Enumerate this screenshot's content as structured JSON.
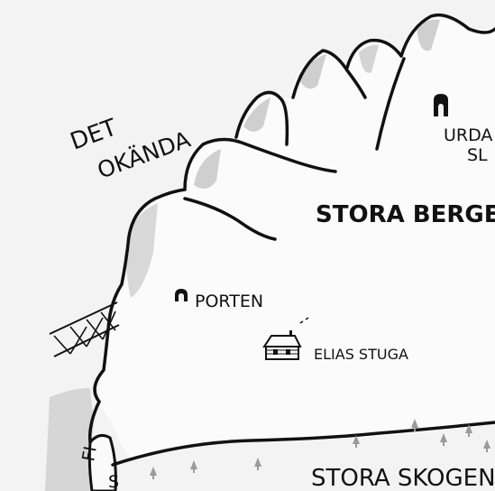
{
  "labels": {
    "unknown_line1": "DET",
    "unknown_line2": "OKÄNDA",
    "mountains": "STORA BERGEN",
    "urda_line1": "URDA",
    "urda_line2": "SL",
    "porten": "PORTEN",
    "elias_stuga": "ELIAS STUGA",
    "forest": "STORA SKOGEN",
    "river_line1": "FI",
    "river_line2": "S"
  },
  "colors": {
    "paper": "#f3f3f3",
    "land": "#fbfbfb",
    "ink": "#111111",
    "shadow": "#c9c9c9",
    "water": "#e2e2e2"
  },
  "icons": [
    "cave-icon",
    "cabin-icon",
    "tree-icon"
  ]
}
